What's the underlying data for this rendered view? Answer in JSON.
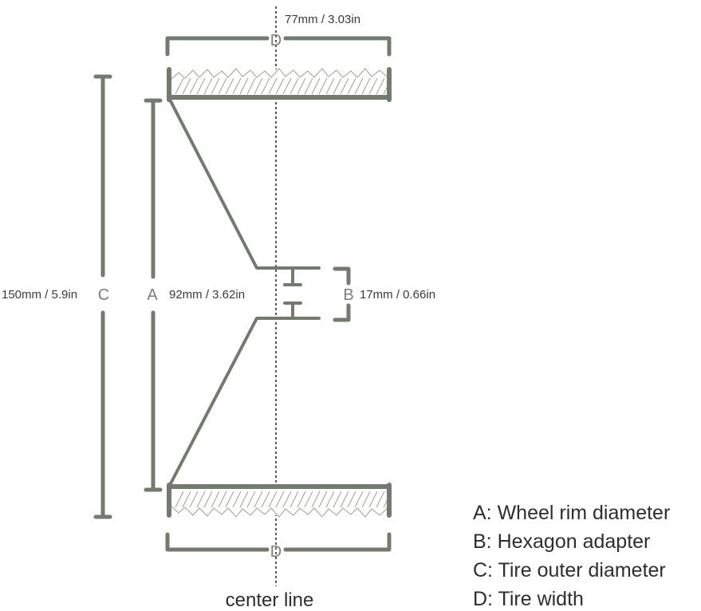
{
  "dimensions": {
    "D_top_label": "77mm / 3.03in",
    "D_letter": "D",
    "C_label": "150mm / 5.9in",
    "C_letter": "C",
    "A_letter": "A",
    "A_label": "92mm / 3.62in",
    "B_letter": "B",
    "B_label": "17mm / 0.66in"
  },
  "center_line_label": "center line",
  "legend": [
    "A: Wheel rim diameter",
    "B: Hexagon adapter",
    "C: Tire outer diameter",
    "D: Tire width"
  ],
  "colors": {
    "line": "#737a6f",
    "hatch": "#9aa095",
    "text": "#3a3a3a"
  }
}
